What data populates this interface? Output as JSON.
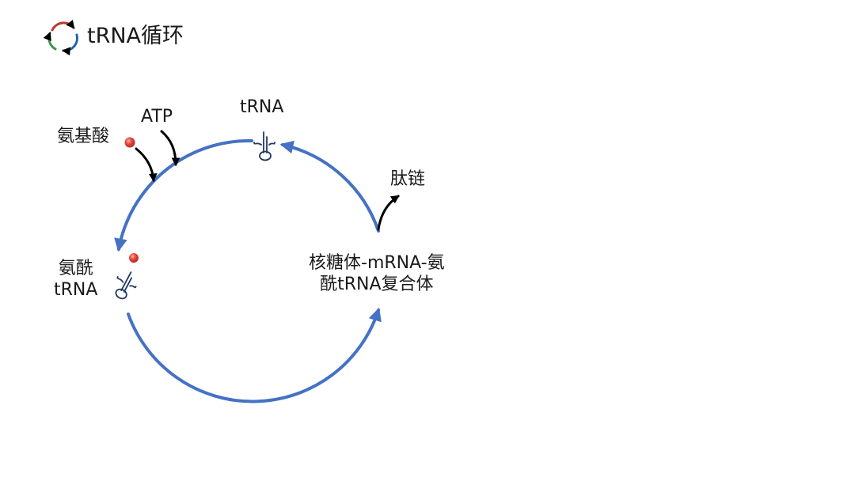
{
  "slide": {
    "title": "tRNA循环"
  },
  "labels": {
    "amino_acid": "氨基酸",
    "atp": "ATP",
    "trna": "tRNA",
    "peptide_chain": "肽链",
    "aminoacyl_trna_line1": "氨酰",
    "aminoacyl_trna_line2": "tRNA",
    "complex_line1": "核糖体-mRNA-氨",
    "complex_line2": "酰tRNA复合体"
  },
  "colors": {
    "cycle_arrow": "#4472C4",
    "trna_icon": "#1F3864",
    "amino_acid_bead": "#E8463C",
    "pointer_arrow": "#000000",
    "logo_red": "#C0392B",
    "logo_blue": "#2E5FA8",
    "logo_green": "#3A9A48"
  },
  "icons": {
    "logo": "cycle-arrows-icon",
    "trna": "trna-molecule-icon",
    "amino_acid": "amino-acid-bead-icon"
  }
}
